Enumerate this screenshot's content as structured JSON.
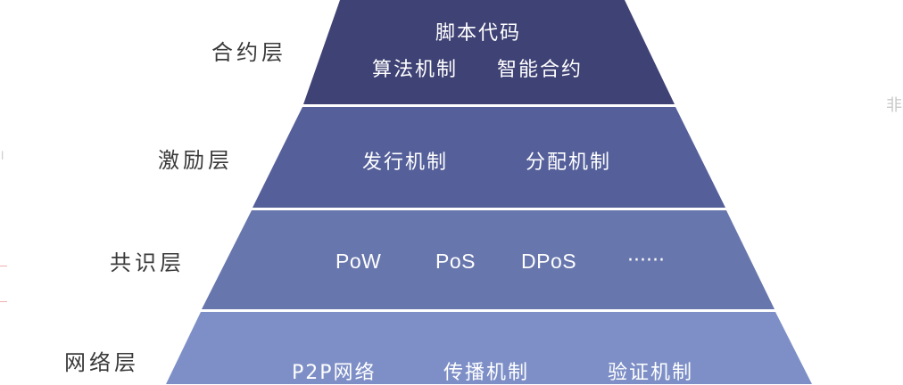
{
  "colors": {
    "application": "#3f4274",
    "incentive": "#55609a",
    "consensus": "#6776ad",
    "network": "#7d8fc6",
    "separator": "#ffffff",
    "label": "#3a3a3a"
  },
  "layers": {
    "application": {
      "label": "合约层",
      "line1": {
        "item1": "脚本代码"
      },
      "line2": {
        "item1": "算法机制",
        "item2": "智能合约"
      }
    },
    "incentive": {
      "label": "激励层",
      "items": {
        "item1": "发行机制",
        "item2": "分配机制"
      }
    },
    "consensus": {
      "label": "共识层",
      "items": {
        "item1": "PoW",
        "item2": "PoS",
        "item3": "DPoS",
        "item4": "······"
      }
    },
    "network": {
      "label": "网络层",
      "items": {
        "item1": "P2P网络",
        "item2": "传播机制",
        "item3": "验证机制"
      }
    }
  },
  "margin_text": {
    "right": "非",
    "left": "l"
  }
}
